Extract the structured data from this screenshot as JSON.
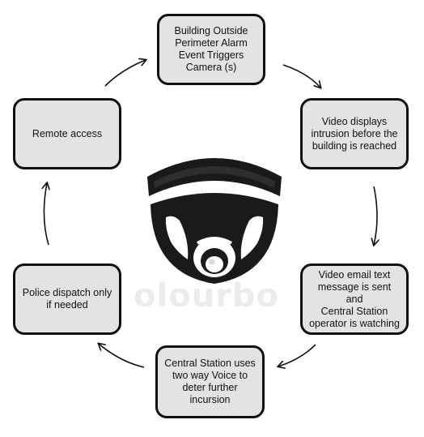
{
  "steps": [
    {
      "text": "Building Outside\nPerimeter Alarm\nEvent Triggers\nCamera (s)"
    },
    {
      "text": "Video displays\nintrusion before the\nbuilding is reached"
    },
    {
      "text": "Video email text\nmessage is sent and\nCentral Station\noperator is watching"
    },
    {
      "text": "Central Station uses\ntwo  way Voice to\ndeter further\nincursion"
    },
    {
      "text": "Police dispatch only\nif needed"
    },
    {
      "text": "Remote access"
    }
  ],
  "watermark": "olourbo",
  "center_icon": "dome-security-camera-icon",
  "colors": {
    "box_fill": "#e3e3e3",
    "box_border": "#111111",
    "camera": "#1a1a1a"
  }
}
